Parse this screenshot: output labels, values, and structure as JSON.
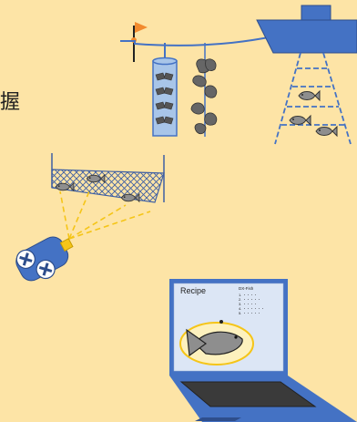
{
  "illustration": {
    "edge_character": "握",
    "laptop": {
      "recipe_title": "Recipe",
      "header_label": "DX-Fish",
      "list_items": [
        "1. ・・・・",
        "2. ・・・・・",
        "3. ・・・・",
        "4. ・・・・・・",
        "5. ・・・・・"
      ]
    }
  },
  "colors": {
    "background": "#FDE4A6",
    "blue": "#4472C4",
    "light_blue": "#A8C5E8",
    "orange": "#F28A2E",
    "fish_gray": "#8E8E8E",
    "dark_gray": "#555555",
    "yellow": "#F5C518"
  },
  "icons": [
    "boat-icon",
    "flag-icon",
    "fish-icon",
    "oyster-cage-icon",
    "mussel-rope-icon",
    "net-icon",
    "drone-icon",
    "laptop-icon"
  ]
}
